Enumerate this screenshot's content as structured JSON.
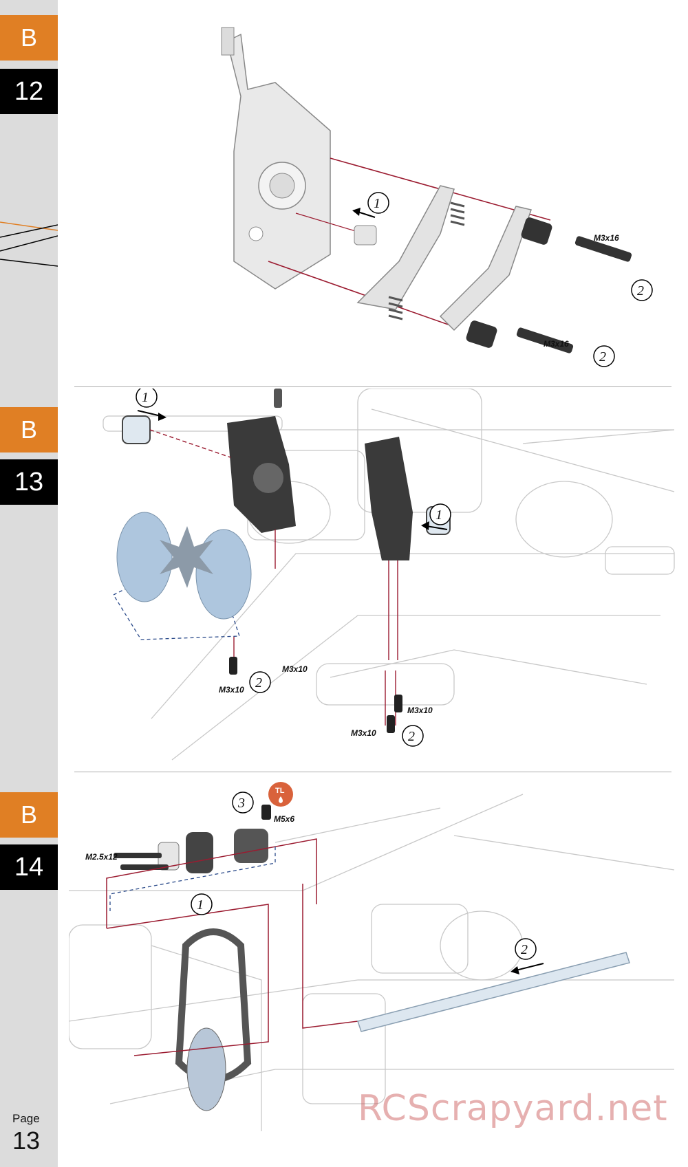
{
  "steps": [
    {
      "letter": "B",
      "number": "12"
    },
    {
      "letter": "B",
      "number": "13"
    },
    {
      "letter": "B",
      "number": "14"
    }
  ],
  "step12": {
    "callouts": [
      "1",
      "2",
      "2"
    ],
    "screws": [
      "M3x16",
      "M3x16"
    ]
  },
  "step13": {
    "callouts": [
      "1",
      "1",
      "2",
      "2"
    ],
    "screws": [
      "M3x10",
      "M3x10",
      "M3x10",
      "M3x10"
    ]
  },
  "step14": {
    "callouts": [
      "3",
      "1",
      "2"
    ],
    "screws": [
      "M5x6",
      "M2.5x12"
    ],
    "threadlock_icon": "TL"
  },
  "footer": {
    "page_label": "Page",
    "page_number": "13"
  },
  "watermark": "RCScrapyard.net",
  "colors": {
    "accent_orange": "#e07f24",
    "tab_black": "#000000",
    "guide_red": "#9b1b30",
    "guide_blue": "#2a4a8a"
  }
}
